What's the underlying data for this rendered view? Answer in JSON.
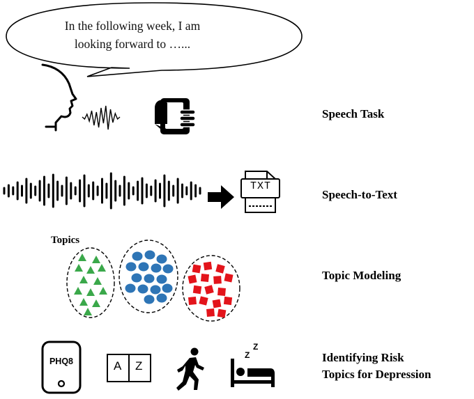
{
  "bubble": {
    "line1": "In the following week, I am",
    "line2": "looking forward to …..."
  },
  "steps": [
    {
      "label": "Speech Task"
    },
    {
      "label": "Speech-to-Text"
    },
    {
      "label": "Topic Modeling"
    },
    {
      "label_line1": "Identifying Risk",
      "label_line2": "Topics for Depression"
    }
  ],
  "topics_label": "Topics",
  "icons": {
    "phone_text": "PHQ8",
    "file_text": "TXT",
    "az_a": "A",
    "az_z": "Z",
    "sleep_z": "Z",
    "sleep_z2": "Z",
    "names": [
      "head-profile-icon",
      "sound-wave-icon",
      "hand-phone-icon",
      "arrow-right-icon",
      "txt-file-icon",
      "phone-icon",
      "dictionary-icon",
      "walking-person-icon",
      "sleep-bed-icon"
    ]
  },
  "colors": {
    "cluster1": "#3aa84a",
    "cluster2": "#2e75b6",
    "cluster3": "#e3141b",
    "ink": "#000000"
  }
}
